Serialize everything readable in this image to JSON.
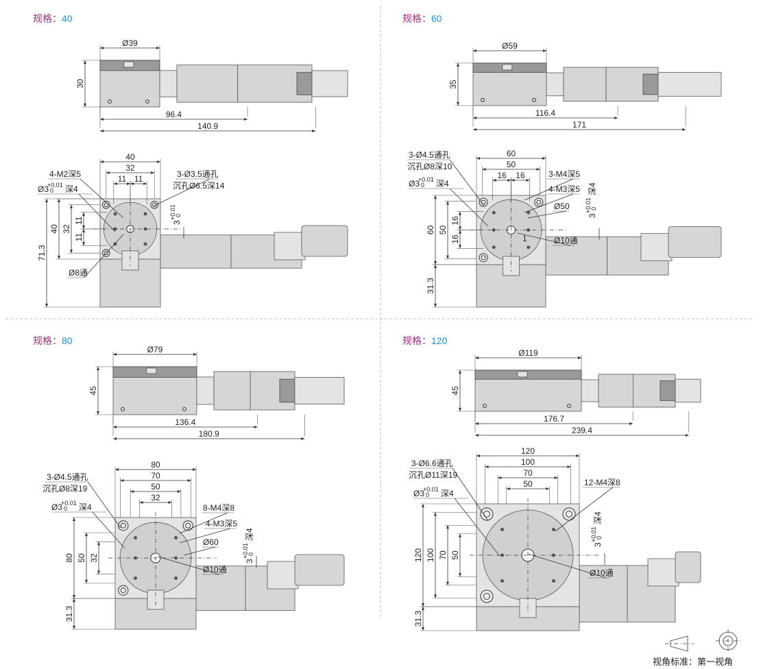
{
  "colors": {
    "title_label": "#a0307f",
    "title_value": "#1e8fd2",
    "line": "#333333",
    "body": "#d6d6d6"
  },
  "quadrants": [
    {
      "title_label": "规格：",
      "title_value": "40",
      "side": {
        "diameter": "Ø39",
        "height": "30",
        "lengths": [
          "96.4",
          "140.9"
        ],
        "length_values": [
          96.4,
          140.9
        ],
        "diameter_value": 39
      },
      "top": {
        "size": 40,
        "h_dims": [
          "40",
          "32"
        ],
        "h_values": [
          40,
          32
        ],
        "h_pair": [
          "11",
          "11"
        ],
        "h_pair_value": 11,
        "v_dims": [
          "40",
          "32"
        ],
        "v_values": [
          40,
          32
        ],
        "v_pair": [
          "11",
          "11"
        ],
        "v_pair_value": 11,
        "bottom_dim": {
          "label": "71.3",
          "mode": "total"
        },
        "callouts": [
          "4-M2深5",
          "3-Ø3.5通孔",
          "沉孔Ø6.5深14",
          "Ø8通"
        ],
        "tol_callout": {
          "main": "Ø3",
          "upper": "+0.01",
          "lower": "0",
          "suffix": "深4"
        },
        "tol_vertical": {
          "main": "3",
          "upper": "+0.01",
          "lower": "0",
          "suffix": ""
        }
      }
    },
    {
      "title_label": "规格：",
      "title_value": "60",
      "side": {
        "diameter": "Ø59",
        "height": "35",
        "lengths": [
          "116.4",
          "171"
        ],
        "length_values": [
          116.4,
          171
        ],
        "diameter_value": 59
      },
      "top": {
        "size": 60,
        "h_dims": [
          "60",
          "50"
        ],
        "h_values": [
          60,
          50
        ],
        "h_pair": [
          "16",
          "16"
        ],
        "h_pair_value": 16,
        "v_dims": [
          "60",
          "50"
        ],
        "v_values": [
          60,
          50
        ],
        "v_pair": [
          "16",
          "16"
        ],
        "v_pair_value": 16,
        "bottom_dim": {
          "label": "31.3",
          "mode": "below"
        },
        "callouts": [
          "3-Ø4.5通孔",
          "沉孔Ø8深10",
          "3-M4深5",
          "4-M3深5",
          "Ø50",
          "Ø10通",
          "1"
        ],
        "tol_callout": {
          "main": "Ø3",
          "upper": "+0.01",
          "lower": "0",
          "suffix": "深4"
        },
        "tol_vertical": {
          "main": "3",
          "upper": "+0.01",
          "lower": "0",
          "suffix": "深4"
        }
      }
    },
    {
      "title_label": "规格：",
      "title_value": "80",
      "side": {
        "diameter": "Ø79",
        "height": "45",
        "lengths": [
          "136.4",
          "180.9"
        ],
        "length_values": [
          136.4,
          180.9
        ],
        "diameter_value": 79
      },
      "top": {
        "size": 80,
        "h_dims": [
          "80",
          "70",
          "50",
          "32"
        ],
        "h_values": [
          80,
          70,
          50,
          32
        ],
        "v_dims": [
          "80",
          "50",
          "32"
        ],
        "v_values": [
          80,
          50,
          32
        ],
        "bottom_dim": {
          "label": "31.3",
          "mode": "below"
        },
        "callouts": [
          "3-Ø4.5通孔",
          "沉孔Ø8深19",
          "8-M4深8",
          "4-M3深5",
          "Ø60",
          "Ø10通"
        ],
        "tol_callout": {
          "main": "Ø3",
          "upper": "+0.01",
          "lower": "0",
          "suffix": "深4"
        },
        "tol_vertical": {
          "main": "3",
          "upper": "+0.01",
          "lower": "0",
          "suffix": "深4"
        }
      }
    },
    {
      "title_label": "规格：",
      "title_value": "120",
      "side": {
        "diameter": "Ø119",
        "height": "45",
        "lengths": [
          "176.7",
          "239.4"
        ],
        "length_values": [
          176.7,
          239.4
        ],
        "diameter_value": 119
      },
      "top": {
        "size": 120,
        "h_dims": [
          "120",
          "100",
          "70",
          "50"
        ],
        "h_values": [
          120,
          100,
          70,
          50
        ],
        "v_dims": [
          "120",
          "100",
          "70",
          "50"
        ],
        "v_values": [
          120,
          100,
          70,
          50
        ],
        "bottom_dim": {
          "label": "31.3",
          "mode": "below"
        },
        "callouts": [
          "3-Ø6.6通孔",
          "沉孔Ø11深19",
          "12-M4深8",
          "Ø10通"
        ],
        "tol_callout": {
          "main": "Ø3",
          "upper": "+0.01",
          "lower": "0",
          "suffix": "深4"
        },
        "tol_vertical": {
          "main": "3",
          "upper": "+0.01",
          "lower": "0",
          "suffix": "深4"
        }
      }
    }
  ],
  "legend": {
    "text": "视角标准：第一视角"
  }
}
